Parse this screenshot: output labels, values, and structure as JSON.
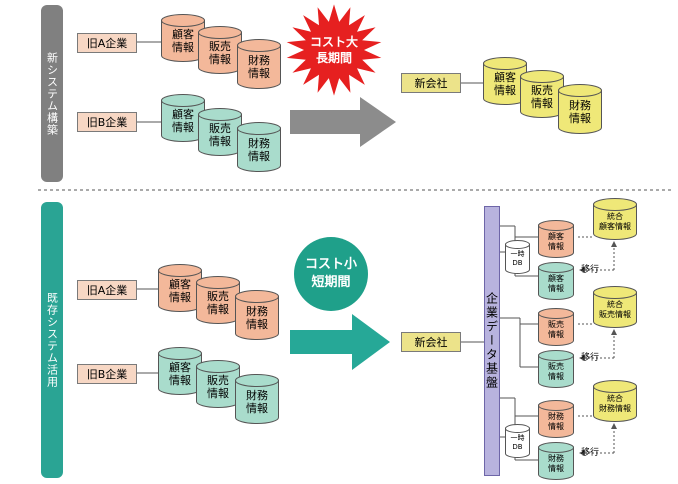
{
  "colors": {
    "gray_label": "#808080",
    "teal_label": "#2aa494",
    "company_box": "#f7d7c4",
    "company_box_new": "#ece38a",
    "cyl_orange": "#f3b89a",
    "cyl_teal": "#a9dccc",
    "cyl_yellow": "#efe878",
    "burst_red": "#e62020",
    "circle_teal": "#1fa08a",
    "arrow_gray": "#8c8c8c",
    "arrow_teal": "#26a897",
    "platform": "#b8b3de"
  },
  "top": {
    "side_label": "新システム構築",
    "company_a": "旧A企業",
    "company_b": "旧B企業",
    "db_customer": "顧客\n情報",
    "db_sales": "販売\n情報",
    "db_finance": "財務\n情報",
    "burst_text": "コスト大\n長期間",
    "new_company": "新会社"
  },
  "bottom": {
    "side_label": "既存システム活用",
    "company_a": "旧A企業",
    "company_b": "旧B企業",
    "circle_text": "コスト小\n短期間",
    "new_company": "新会社",
    "platform": "企業データ基盤",
    "temp_db": "一時\nDB",
    "migration": "移行",
    "integrated_customer": "統合\n顧客情報",
    "integrated_sales": "統合\n販売情報",
    "integrated_finance": "統合\n財務情報"
  }
}
